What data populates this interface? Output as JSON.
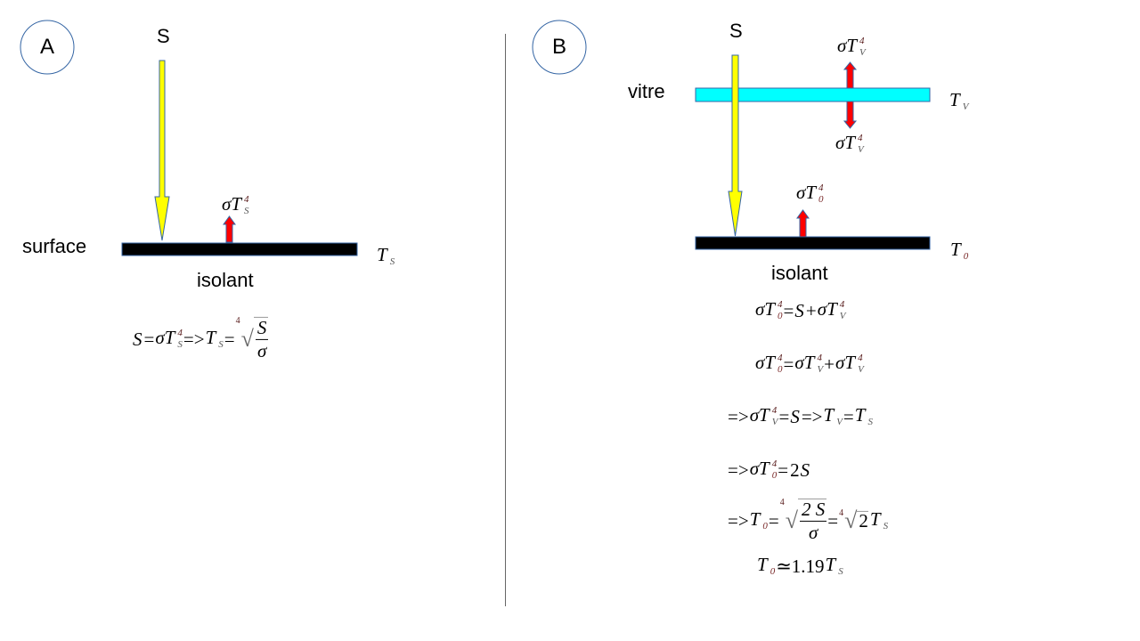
{
  "panel_a": {
    "badge": "A",
    "sun_label": "S",
    "flux_label": [
      {
        "t": "σT",
        "sup": "4",
        "sub": "S"
      }
    ],
    "surface_label": "surface",
    "temp_label": [
      {
        "t": "T",
        "sub": "S"
      }
    ],
    "insulator_label": "isolant",
    "formula": [
      {
        "t": "S"
      },
      {
        "op": "="
      },
      {
        "t": "σT",
        "sup": "4",
        "sub": "S"
      },
      {
        "op": " => "
      },
      {
        "t": "T",
        "sub": "S"
      },
      {
        "op": "="
      },
      {
        "root": "4",
        "num": "S",
        "den": "σ"
      }
    ]
  },
  "panel_b": {
    "badge": "B",
    "sun_label": "S",
    "glass_label": "vitre",
    "glass_temp": [
      {
        "t": "T",
        "sub": "V"
      }
    ],
    "glass_flux_up": [
      {
        "t": "σT",
        "sup": "4",
        "sub": "V"
      }
    ],
    "glass_flux_down": [
      {
        "t": "σT",
        "sup": "4",
        "sub": "V"
      }
    ],
    "ground_flux": [
      {
        "t": "σT",
        "sup": "4",
        "sub": "0"
      }
    ],
    "ground_temp": [
      {
        "t": "T",
        "sub": "0"
      }
    ],
    "insulator_label": "isolant",
    "equations": [
      [
        {
          "t": "σT",
          "sup": "4",
          "sub": "0"
        },
        {
          "op": "="
        },
        {
          "t": "S"
        },
        {
          "op": "+ "
        },
        {
          "t": "σT",
          "sup": "4",
          "sub": "V"
        }
      ],
      [
        {
          "t": "σT",
          "sup": "4",
          "sub": "0"
        },
        {
          "op": "="
        },
        {
          "t": "σT",
          "sup": "4",
          "sub": "V"
        },
        {
          "op": " + "
        },
        {
          "t": "σT",
          "sup": "4",
          "sub": "V"
        }
      ],
      [
        {
          "op": "=>  "
        },
        {
          "t": "σT",
          "sup": "4",
          "sub": "V"
        },
        {
          "op": "="
        },
        {
          "t": "S"
        },
        {
          "op": " =>   "
        },
        {
          "t": "T",
          "sub": "V"
        },
        {
          "op": " = "
        },
        {
          "t": "T",
          "sub": "S"
        }
      ],
      [
        {
          "op": "=>  "
        },
        {
          "t": "σT",
          "sup": "4",
          "sub": "0"
        },
        {
          "op": "="
        },
        {
          "op": "2 "
        },
        {
          "t": "S"
        }
      ],
      [
        {
          "op": "=>  "
        },
        {
          "t": "T",
          "sub": "0"
        },
        {
          "op": "="
        },
        {
          "root": "4",
          "num": "2 S",
          "den": "σ"
        },
        {
          "op": "="
        },
        {
          "root": "4",
          "plain": "2"
        },
        {
          "op": " "
        },
        {
          "t": "T",
          "sub": "S"
        }
      ],
      [
        {
          "t": "T",
          "sub": "0"
        },
        {
          "op": "≃1.19 "
        },
        {
          "t": "T",
          "sub": "S"
        }
      ]
    ]
  },
  "colors": {
    "sun_arrow": "#ffff00",
    "flux_arrow": "#ff0000",
    "glass": "#00ffff",
    "ground": "#000000",
    "outline": "#3465a4"
  }
}
